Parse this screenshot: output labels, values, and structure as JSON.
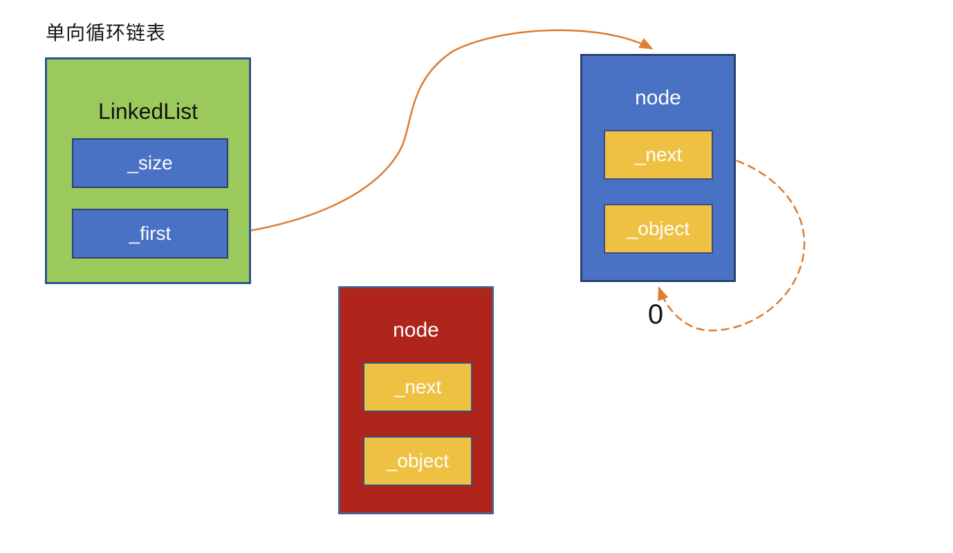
{
  "title": "单向循环链表",
  "colors": {
    "green-fill": "#9cc95c",
    "green-border": "#2e5693",
    "blue-fill": "#4a72c4",
    "blue-border": "#2b3f70",
    "yellow-fill": "#efc143",
    "yellow-border": "#374d82",
    "red-fill": "#b0251b",
    "red-border": "#4d5c8f",
    "arrow": "#dd7e35"
  },
  "linkedlist": {
    "label": "LinkedList",
    "fields": [
      {
        "label": "_size"
      },
      {
        "label": "_first"
      }
    ]
  },
  "node_top": {
    "label": "node",
    "fields": [
      {
        "label": "_next"
      },
      {
        "label": "_object"
      }
    ]
  },
  "node_bottom": {
    "label": "node",
    "fields": [
      {
        "label": "_next"
      },
      {
        "label": "_object"
      }
    ]
  },
  "zero_label": "0",
  "connectors": [
    {
      "name": "first-to-node",
      "style": "solid",
      "from": "linkedlist._first",
      "to": "node_top.top"
    },
    {
      "name": "next-self-loop",
      "style": "dashed",
      "from": "node_top._next",
      "to": "node_top.bottom"
    }
  ]
}
